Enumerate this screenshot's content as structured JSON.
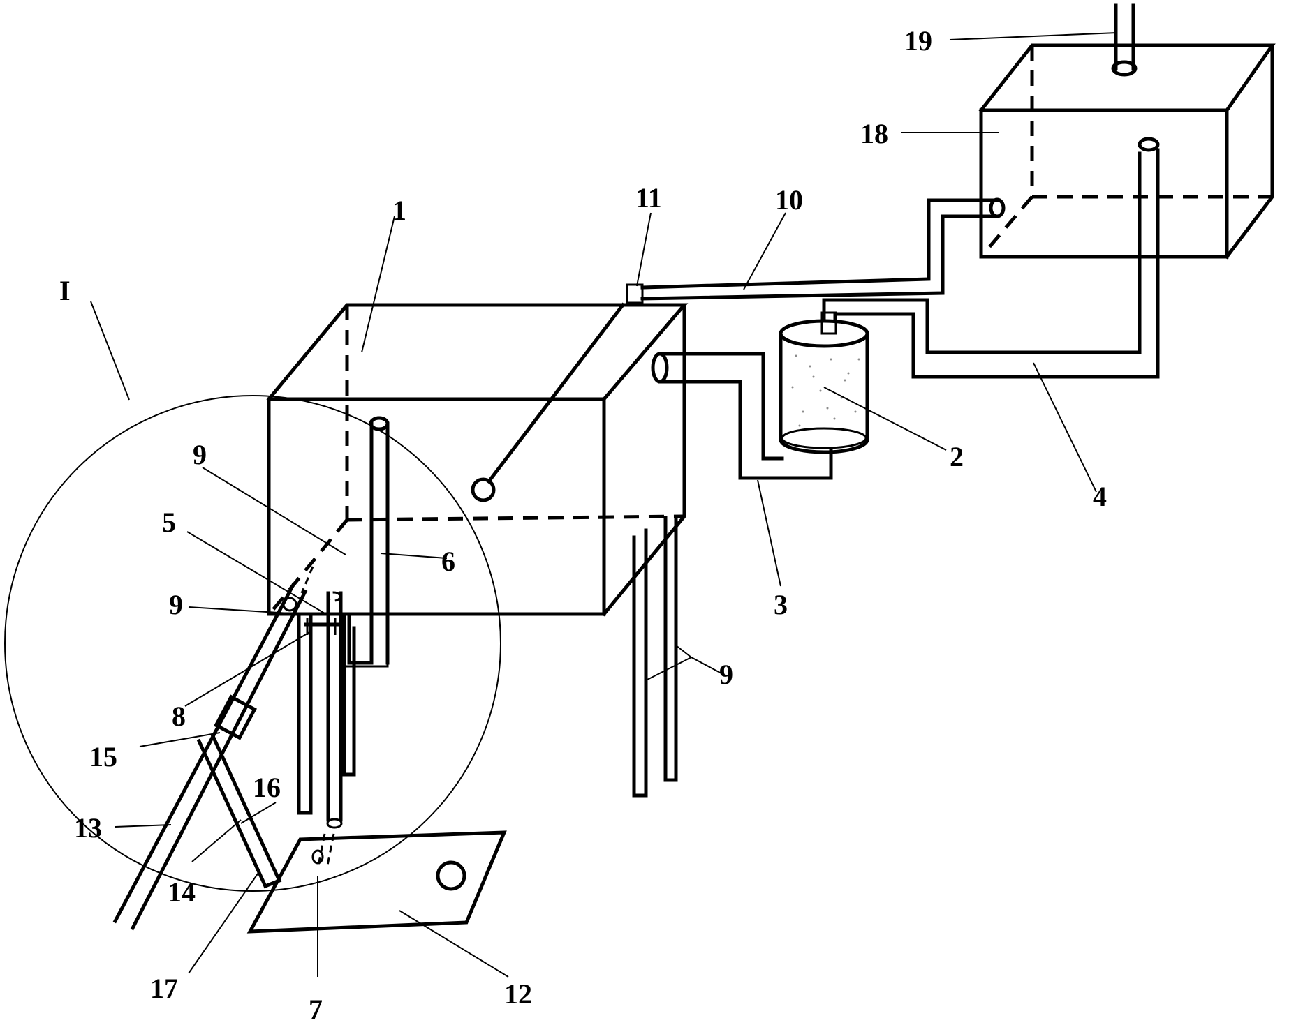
{
  "labels": {
    "l1": "1",
    "l2": "2",
    "l3": "3",
    "l4": "4",
    "l5": "5",
    "l6": "6",
    "l7": "7",
    "l8": "8",
    "l9a": "9",
    "l9b": "9",
    "l9c": "9",
    "l10": "10",
    "l11": "11",
    "l12": "12",
    "l13": "13",
    "l14": "14",
    "l15": "15",
    "l16": "16",
    "l17": "17",
    "l18": "18",
    "l19": "19",
    "detail": "I"
  }
}
